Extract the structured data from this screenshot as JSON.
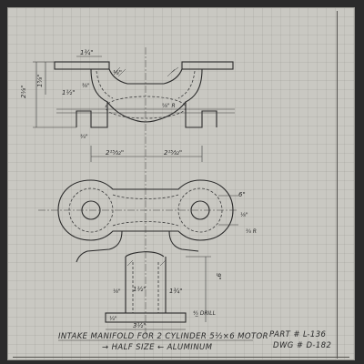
{
  "title": {
    "line1": "INTAKE MANIFOLD FOR 2 CYLINDER 5½×6 MOTOR",
    "line2": "→ HALF SIZE ← ALUMINUM"
  },
  "part": {
    "part_label": "PART # L-136",
    "dwg_label": "DWG # D-182"
  },
  "dimensions": {
    "top_width": "1¾\"",
    "left_height_outer": "2⅛\"",
    "left_height_inner": "1⅝\"",
    "fillet": "⅛\"",
    "bore": "1½\"",
    "flange_thk": "⅜\"",
    "rad": "⅝\" R",
    "bolt_boss": "¾\"",
    "half_left": "2¹⁵⁄₃₂\"",
    "half_right": "2¹⁵⁄₃₂\"",
    "side_a": "6\"",
    "side_b": "⅛\"",
    "side_c": "¾ R",
    "height": "9\"",
    "pipe_dia": "1½\"",
    "pipe_od": "1¾\"",
    "pipe_in": "⅛\"",
    "base_width": "3½\"",
    "base_thk": "¼\"",
    "base_drill": "⅘̲ DRILL"
  }
}
